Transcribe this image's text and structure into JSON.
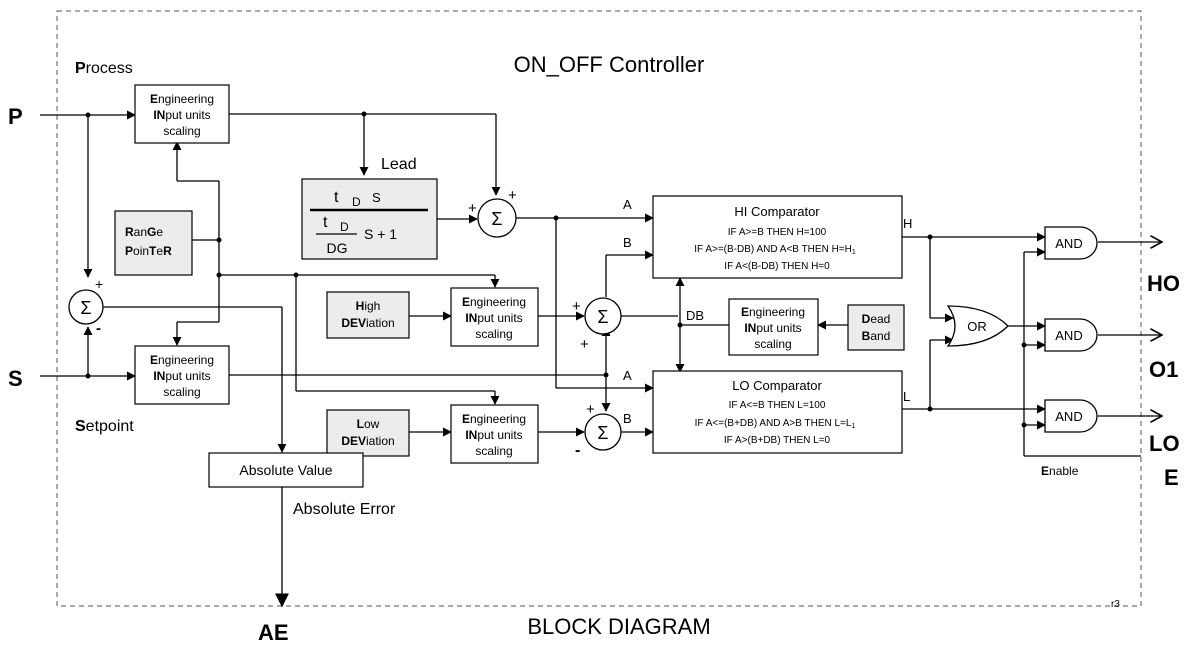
{
  "title": "ON_OFF Controller",
  "footer": "BLOCK DIAGRAM",
  "revision": "r3",
  "io": {
    "p": "P",
    "s": "S",
    "e": "E",
    "ho": "HO",
    "o1": "O1",
    "lo": "LO",
    "ae": "AE",
    "process_b": "P",
    "process_r": "rocess",
    "setpoint_b": "S",
    "setpoint_r": "etpoint",
    "enable_b": "E",
    "enable_r": "nable"
  },
  "scaling": {
    "b1": "E",
    "r1": "ngineering",
    "b2": "IN",
    "r2": "put units",
    "l3": "scaling"
  },
  "rangepointer": {
    "a": "R",
    "b": "an",
    "c": "G",
    "d": "e",
    "e": "P",
    "f": "oin",
    "g": "T",
    "h": "e",
    "i": "R"
  },
  "high_dev": {
    "b1": "H",
    "r1": "igh",
    "b2": "DEV",
    "r2": "iation"
  },
  "low_dev": {
    "b1": "L",
    "r1": "ow",
    "b2": "DEV",
    "r2": "iation"
  },
  "deadband": {
    "b1": "D",
    "r1": "ead",
    "b2": "B",
    "r2": "and"
  },
  "lead": {
    "label": "Lead",
    "num_t": "t",
    "num_d": "D",
    "num_s": "S",
    "den_t": "t",
    "den_d": "D",
    "den_s": "S + 1",
    "den_dg": "DG"
  },
  "hi_comp": {
    "title": "HI Comparator",
    "l1": "IF A>=B THEN H=100",
    "l2": "IF A>=(B-DB) AND A<B THEN H=H",
    "l2_sub": "1",
    "l3": "IF A<(B-DB) THEN H=0"
  },
  "lo_comp": {
    "title": "LO Comparator",
    "l1": "IF A<=B THEN L=100",
    "l2": "IF A<=(B+DB) AND A>B THEN L=L",
    "l2_sub": "1",
    "l3": "IF A>(B+DB) THEN L=0"
  },
  "abs_value": "Absolute Value",
  "abs_error": "Absolute Error",
  "gates": {
    "and": "AND",
    "or": "OR"
  },
  "labels": {
    "a": "A",
    "b": "B",
    "h": "H",
    "l": "L",
    "db": "DB"
  },
  "sigma": "Σ",
  "signs": {
    "plus": "+",
    "minus": "-"
  }
}
